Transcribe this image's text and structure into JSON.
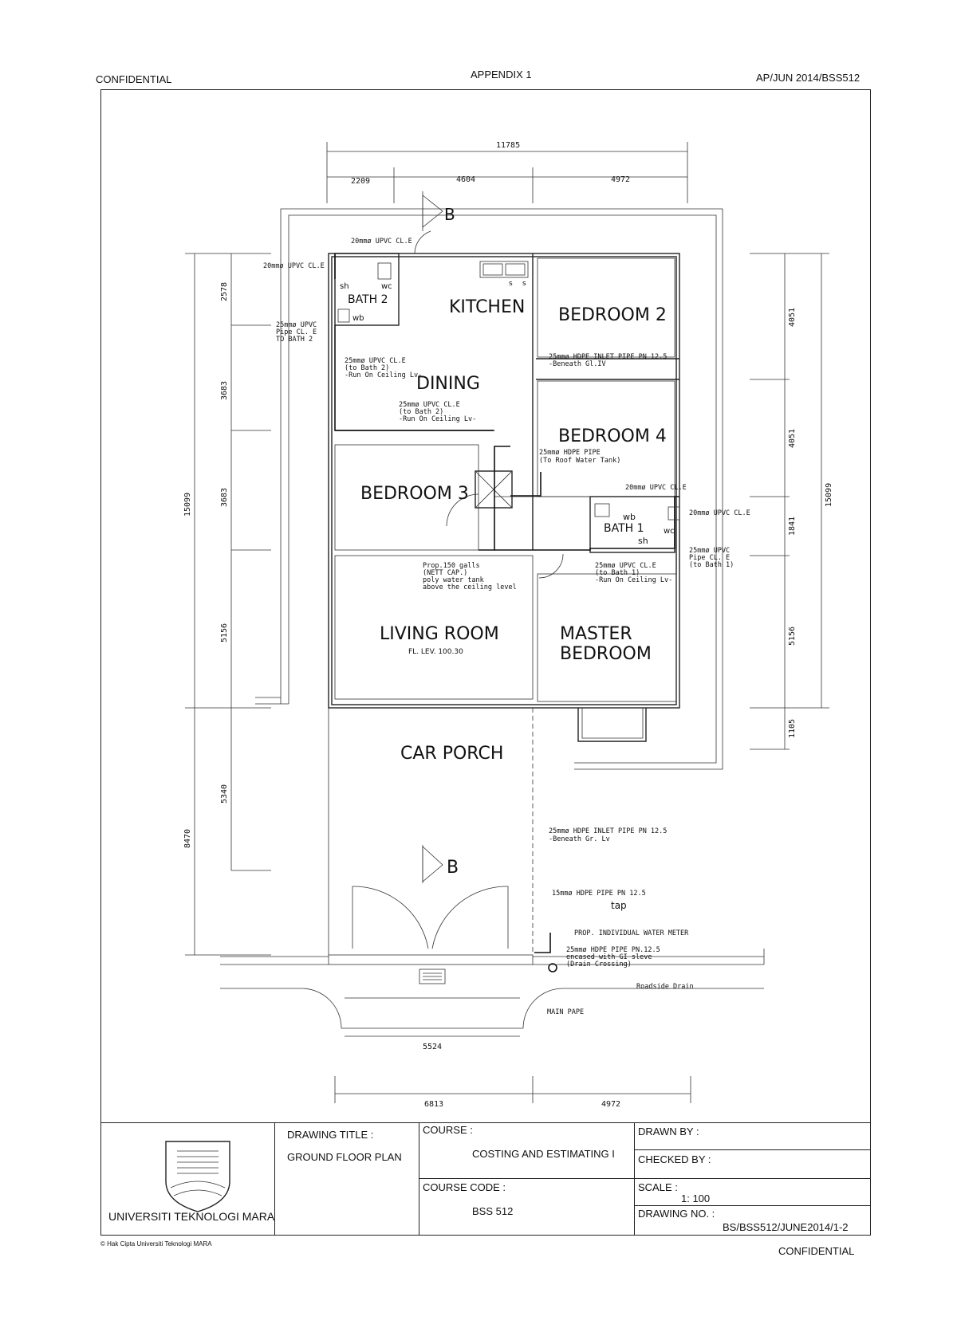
{
  "header": {
    "left": "CONFIDENTIAL",
    "center": "APPENDIX 1",
    "right": "AP/JUN 2014/BSS512"
  },
  "footer": {
    "copyright": "© Hak Cipta Universiti Teknologi MARA",
    "right": "CONFIDENTIAL"
  },
  "rooms": {
    "kitchen": "KITCHEN",
    "bedroom2": "BEDROOM 2",
    "dining": "DINING",
    "bedroom4": "BEDROOM 4",
    "bedroom3": "BEDROOM 3",
    "living": "LIVING ROOM",
    "living_level": "FL. LEV. 100.30",
    "master1": "MASTER",
    "master2": "BEDROOM",
    "porch": "CAR PORCH",
    "bath2": "BATH 2",
    "bath1": "BATH 1"
  },
  "fixtures": {
    "sh": "sh",
    "wc": "wc",
    "wb": "wb",
    "s": "s",
    "tap": "tap"
  },
  "section_marker": "B",
  "dimensions": {
    "top_total": "11785",
    "top_a": "2209",
    "top_b": "4604",
    "top_c": "4972",
    "left_a": "2578",
    "left_b": "3683",
    "left_c": "3683",
    "left_d": "5156",
    "left_e": "5340",
    "left_total": "15099",
    "left_porch": "8470",
    "right_a": "4051",
    "right_b": "4051",
    "right_c": "1841",
    "right_d": "5156",
    "right_e": "1105",
    "right_total": "15099",
    "gate": "5524",
    "bottom_a": "6813",
    "bottom_b": "4972"
  },
  "notes": {
    "n1": "20mmø UPVC CL.E",
    "n2": "20mmø UPVC CL.E",
    "n3a": "25mmø UPVC",
    "n3b": "Pipe CL. E",
    "n3c": "TO BATH 2",
    "n4a": "25mmø UPVC CL.E",
    "n4b": "(to Bath 2)",
    "n4c": "-Run On Ceiling Lv-",
    "n5a": "25mmø UPVC CL.E",
    "n5b": "(to Bath 2)",
    "n5c": "-Run On Ceiling Lv-",
    "n6a": "25mmø HDPE INLET PIPE PN 12.5",
    "n6b": "-Beneath Gl.IV",
    "n7a": "25mmø HDPE PIPE",
    "n7b": "(To Roof Water Tank)",
    "n8": "20mmø UPVC CL.E",
    "n9": "20mmø UPVC CL.E",
    "n10a": "25mmø UPVC",
    "n10b": "Pipe CL. E",
    "n10c": "(to Bath 1)",
    "n11a": "Prop.150 galls",
    "n11b": "(NETT CAP.)",
    "n11c": "poly water tank",
    "n11d": "above the ceiling level",
    "n12a": "25mmø UPVC CL.E",
    "n12b": "(to Bath 1)",
    "n12c": "-Run On Ceiling Lv-",
    "n13a": "25mmø HDPE INLET PIPE PN 12.5",
    "n13b": "-Beneath Gr. Lv",
    "n14": "15mmø HDPE PIPE PN 12.5",
    "n15": "PROP. INDIVIDUAL WATER METER",
    "n16a": "25mmø HDPE PIPE PN.12.5",
    "n16b": "encased with GI sleve",
    "n16c": "(Drain Crossing)",
    "n17": "Roadside Drain",
    "n18": "MAIN PAPE"
  },
  "title_block": {
    "org": "UNIVERSITI TEKNOLOGI MARA",
    "drawing_title_label": "DRAWING TITLE :",
    "drawing_title": "GROUND FLOOR PLAN",
    "course_label": "COURSE :",
    "course": "COSTING AND ESTIMATING I",
    "course_code_label": "COURSE CODE :",
    "course_code": "BSS 512",
    "drawn_by_label": "DRAWN BY :",
    "checked_by_label": "CHECKED BY :",
    "scale_label": "SCALE :",
    "scale": "1: 100",
    "drawing_no_label": "DRAWING NO. :",
    "drawing_no": "BS/BSS512/JUNE2014/1-2"
  }
}
